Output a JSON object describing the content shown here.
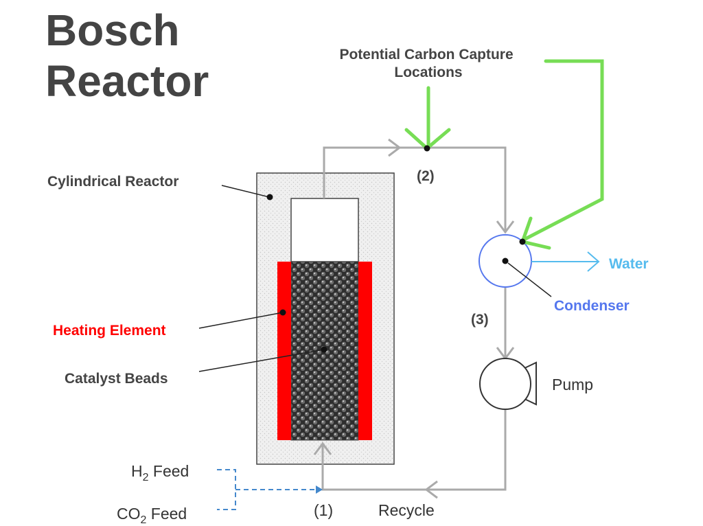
{
  "title_lines": [
    "Bosch",
    "Reactor"
  ],
  "capture_label_lines": [
    "Potential Carbon Capture",
    "Locations"
  ],
  "labels": {
    "cylindrical_reactor": "Cylindrical Reactor",
    "heating_element": "Heating Element",
    "catalyst_beads": "Catalyst Beads",
    "water": "Water",
    "condenser": "Condenser",
    "pump": "Pump",
    "recycle": "Recycle",
    "point_1": "(1)",
    "point_2": "(2)",
    "point_3": "(3)",
    "h2_feed": {
      "main": "H",
      "sub": "2",
      "rest": " Feed"
    },
    "co2_feed": {
      "main": "CO",
      "sub": "2",
      "rest": " Feed"
    }
  },
  "colors": {
    "title": "#444444",
    "heating": "#ff0000",
    "capture_arrow": "#77dd55",
    "water": "#55bbee",
    "condenser": "#5577ee",
    "pipe": "#aaaaaa",
    "feed": "#4488cc"
  }
}
